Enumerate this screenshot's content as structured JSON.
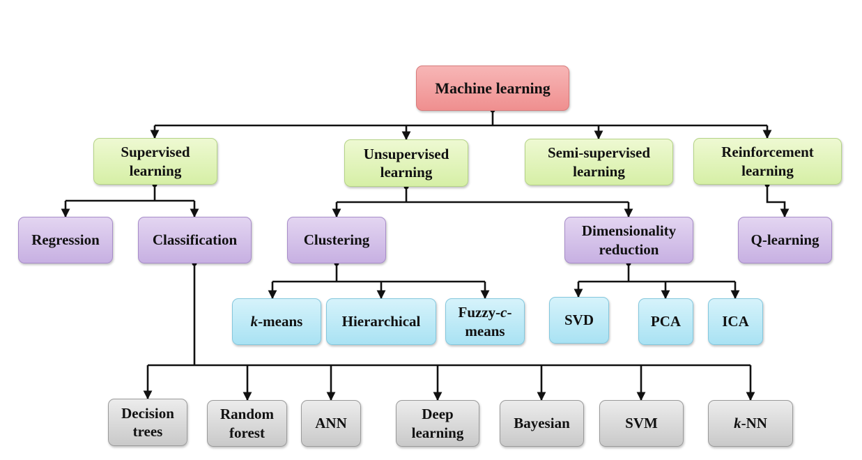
{
  "diagram": {
    "root": "Machine learning",
    "types": {
      "supervised": "Supervised\nlearning",
      "unsupervised": "Unsupervised\nlearning",
      "semi_supervised": "Semi-supervised\nlearning",
      "reinforcement": "Reinforcement\nlearning"
    },
    "tasks": {
      "regression": "Regression",
      "classification": "Classification",
      "clustering": "Clustering",
      "dimensionality_reduction": "Dimensionality\nreduction",
      "q_learning": "Q-learning"
    },
    "clustering_methods": {
      "k_means": "-means",
      "k_means_italic": "k",
      "hierarchical": "Hierarchical",
      "fuzzy_c_means_a": "Fuzzy-",
      "fuzzy_c_means_italic": "c",
      "fuzzy_c_means_b": "-",
      "fuzzy_c_means_c": "means"
    },
    "reduction_methods": {
      "svd": "SVD",
      "pca": "PCA",
      "ica": "ICA"
    },
    "classifiers": {
      "decision_trees": "Decision\ntrees",
      "random_forest": "Random\nforest",
      "ann": "ANN",
      "deep_learning": "Deep\nlearning",
      "bayesian": "Bayesian",
      "svm": "SVM",
      "knn_italic": "k",
      "knn": "-NN"
    }
  }
}
